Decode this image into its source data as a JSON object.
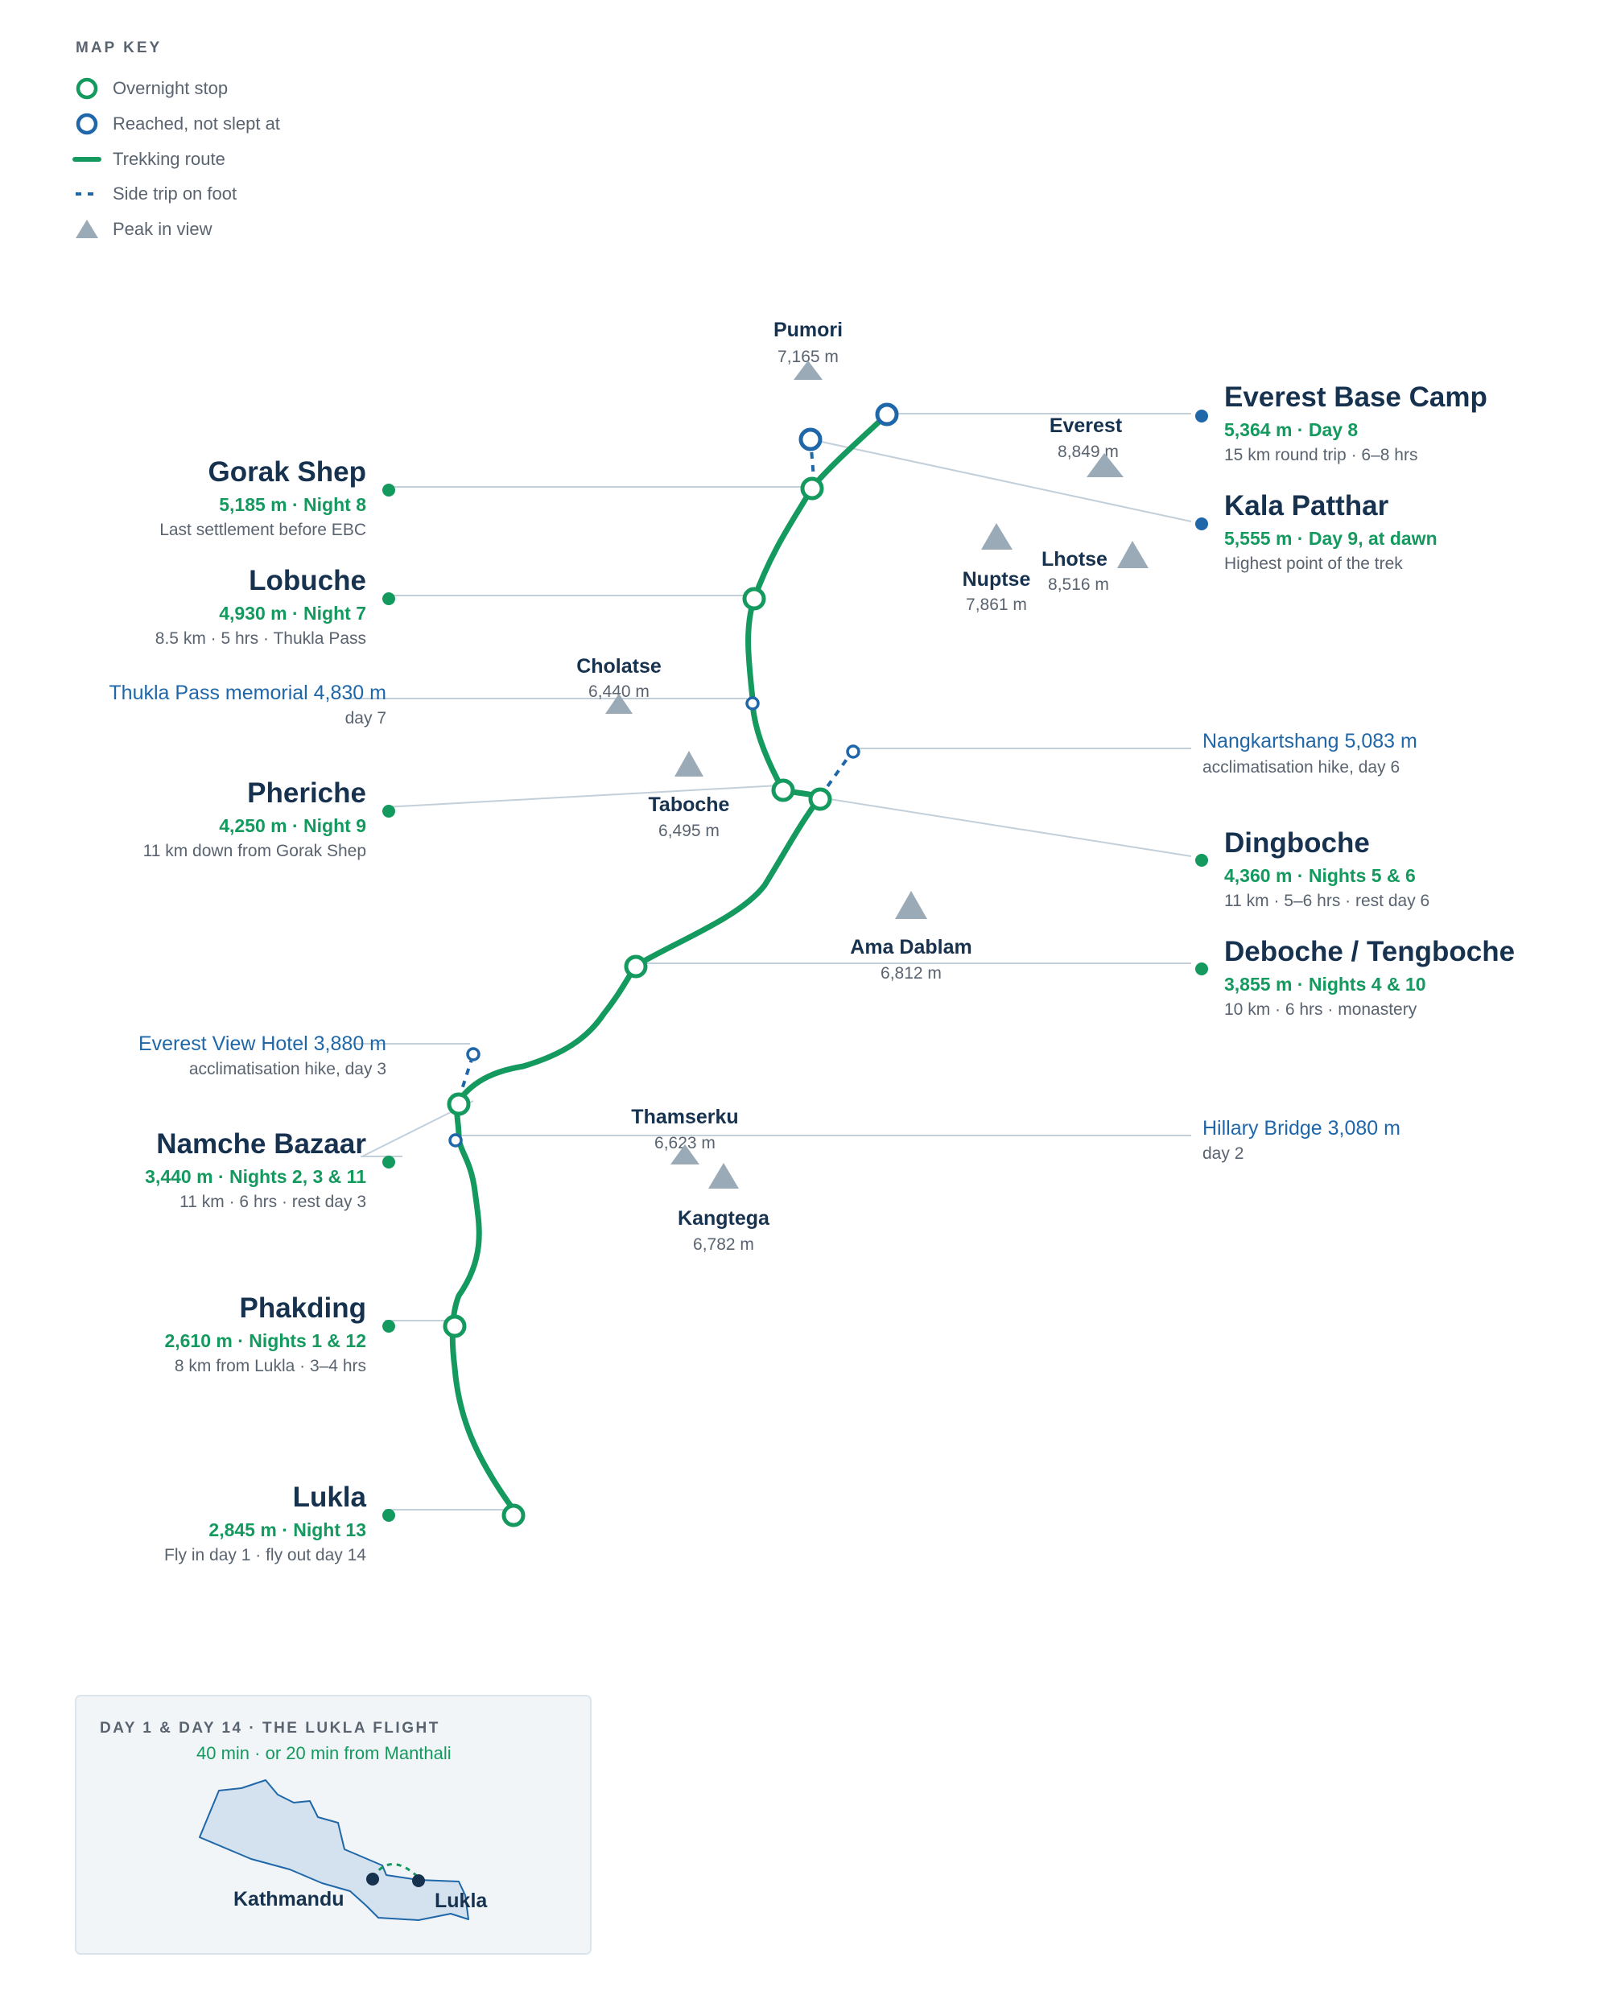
{
  "colors": {
    "route": "#14995e",
    "reached": "#1f67a8",
    "navy": "#17324f",
    "green_text": "#14995e",
    "blue_text": "#1f67a8",
    "gray_text": "#5a6470",
    "peak": "#9aaab7",
    "leader": "#c3cfd9"
  },
  "legend": {
    "title": "MAP KEY",
    "items": [
      {
        "icon": "overnight-stop-icon",
        "label": "Overnight stop"
      },
      {
        "icon": "reached-stop-icon",
        "label": "Reached, not slept at"
      },
      {
        "icon": "route-line-icon",
        "label": "Trekking route"
      },
      {
        "icon": "side-trip-icon",
        "label": "Side trip on foot"
      },
      {
        "icon": "peak-icon",
        "label": "Peak in view"
      }
    ]
  },
  "stops": [
    {
      "name": "Everest Base Camp",
      "detail": "5,364 m · Day 8",
      "note": "15 km round trip · 6–8 hrs"
    },
    {
      "name": "Kala Patthar",
      "detail": "5,555 m · Day 9, at dawn",
      "note": "Highest point of the trek"
    },
    {
      "name": "Gorak Shep",
      "detail": "5,185 m · Night 8",
      "note": "Last settlement before EBC"
    },
    {
      "name": "Lobuche",
      "detail": "4,930 m · Night 7",
      "note": "8.5 km · 5 hrs · Thukla Pass"
    },
    {
      "name": "Pheriche",
      "detail": "4,250 m · Night 9",
      "note": "11 km down from Gorak Shep"
    },
    {
      "name": "Dingboche",
      "detail": "4,360 m · Nights 5 & 6",
      "note": "11 km · 5–6 hrs · rest day 6"
    },
    {
      "name": "Deboche / Tengboche",
      "detail": "3,855 m · Nights 4 & 10",
      "note": "10 km · 6 hrs · monastery"
    },
    {
      "name": "Namche Bazaar",
      "detail": "3,440 m · Nights 2, 3 & 11",
      "note": "11 km · 6 hrs · rest day 3"
    },
    {
      "name": "Phakding",
      "detail": "2,610 m · Nights 1 & 12",
      "note": "8 km from Lukla · 3–4 hrs"
    },
    {
      "name": "Lukla",
      "detail": "2,845 m · Night 13",
      "note": "Fly in day 1 · fly out day 14"
    }
  ],
  "waypoints": [
    {
      "label": "Thukla Pass memorial 4,830 m",
      "note": "day 7"
    },
    {
      "label": "Nangkartshang 5,083 m",
      "note": "acclimatisation hike, day 6"
    },
    {
      "label": "Everest View Hotel 3,880 m",
      "note": "acclimatisation hike, day 3"
    },
    {
      "label": "Hillary Bridge 3,080 m",
      "note": "day 2"
    }
  ],
  "peaks": [
    {
      "name": "Pumori",
      "height": "7,165 m"
    },
    {
      "name": "Everest",
      "height": "8,849 m"
    },
    {
      "name": "Lhotse",
      "height": "8,516 m"
    },
    {
      "name": "Nuptse",
      "height": "7,861 m"
    },
    {
      "name": "Cholatse",
      "height": "6,440 m"
    },
    {
      "name": "Taboche",
      "height": "6,495 m"
    },
    {
      "name": "Ama Dablam",
      "height": "6,812 m"
    },
    {
      "name": "Thamserku",
      "height": "6,623 m"
    },
    {
      "name": "Kangtega",
      "height": "6,782 m"
    }
  ],
  "inset": {
    "title": "DAY 1 & DAY 14 · THE LUKLA FLIGHT",
    "subtitle": "40 min · or 20 min from Manthali",
    "city_a": "Kathmandu",
    "city_b": "Lukla"
  }
}
